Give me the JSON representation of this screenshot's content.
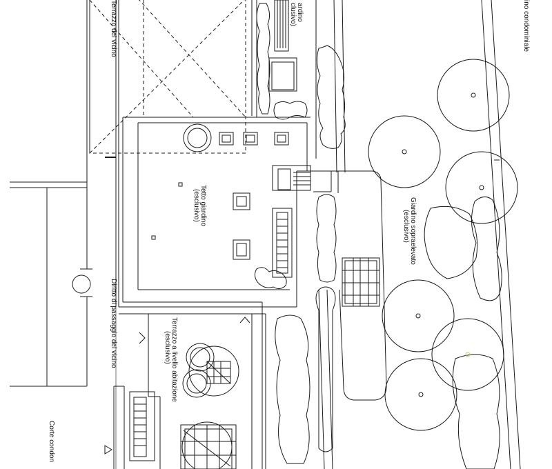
{
  "labels": {
    "terrazzo_vicino": "Terrazzo del vicino",
    "giardino_top_1": "ardino",
    "giardino_top_2": "clusivo)",
    "giardino_condominiale": "ino condominiale",
    "tetto_giardino_1": "Tetto giardino",
    "tetto_giardino_2": "(esclusivo)",
    "giardino_sopraelevato_1": "Giardino sopraelevato",
    "giardino_sopraelevato_2": "(esclusivo)",
    "diritto_passaggio": "Diritto di passaggio del vicino",
    "terrazzo_livello_1": "Terrazzo a livello abitazione",
    "terrazzo_livello_2": "(esclusivo)",
    "corte_condominiale": "Corte condon"
  },
  "colors": {
    "line": "#1a1a1a",
    "tree_center_highlight": "#c8c86a"
  }
}
